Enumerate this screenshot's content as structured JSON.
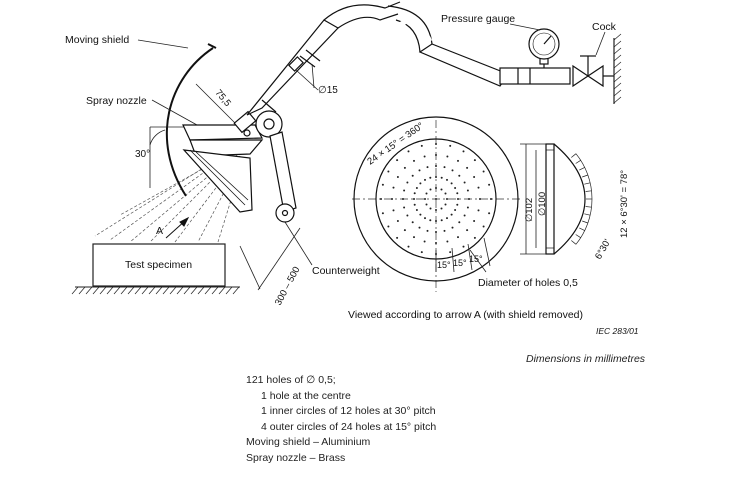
{
  "labels": {
    "moving_shield": "Moving shield",
    "spray_nozzle": "Spray nozzle",
    "angle_30": "30°",
    "dim_75_5": "75,5",
    "dim_d15": "∅15",
    "arrow_a": "A",
    "test_specimen": "Test specimen",
    "dim_300_500": "300 – 500",
    "counterweight": "Counterweight",
    "pressure_gauge": "Pressure gauge",
    "cock": "Cock",
    "holes_24x15": "24 × 15° = 360°",
    "pitch_15a": "15°",
    "pitch_15b": "15°",
    "pitch_15c": "15°",
    "diameter_of_holes": "Diameter of holes 0,5",
    "dim_d102": "∅102",
    "dim_d100": "∅100",
    "dim_12x6": "12 × 6°30' = 78°",
    "dim_6_30": "6°30'",
    "viewed_caption": "Viewed according to arrow A (with shield removed)",
    "iec_ref": "IEC   283/01",
    "dimensions_note": "Dimensions in millimetres"
  },
  "notes": [
    "121 holes of ∅ 0,5;",
    "1 hole at the centre",
    "1 inner circles of 12 holes at 30° pitch",
    "4 outer circles of 24 holes at 15° pitch",
    "Moving shield – Aluminium",
    "Spray nozzle – Brass"
  ]
}
